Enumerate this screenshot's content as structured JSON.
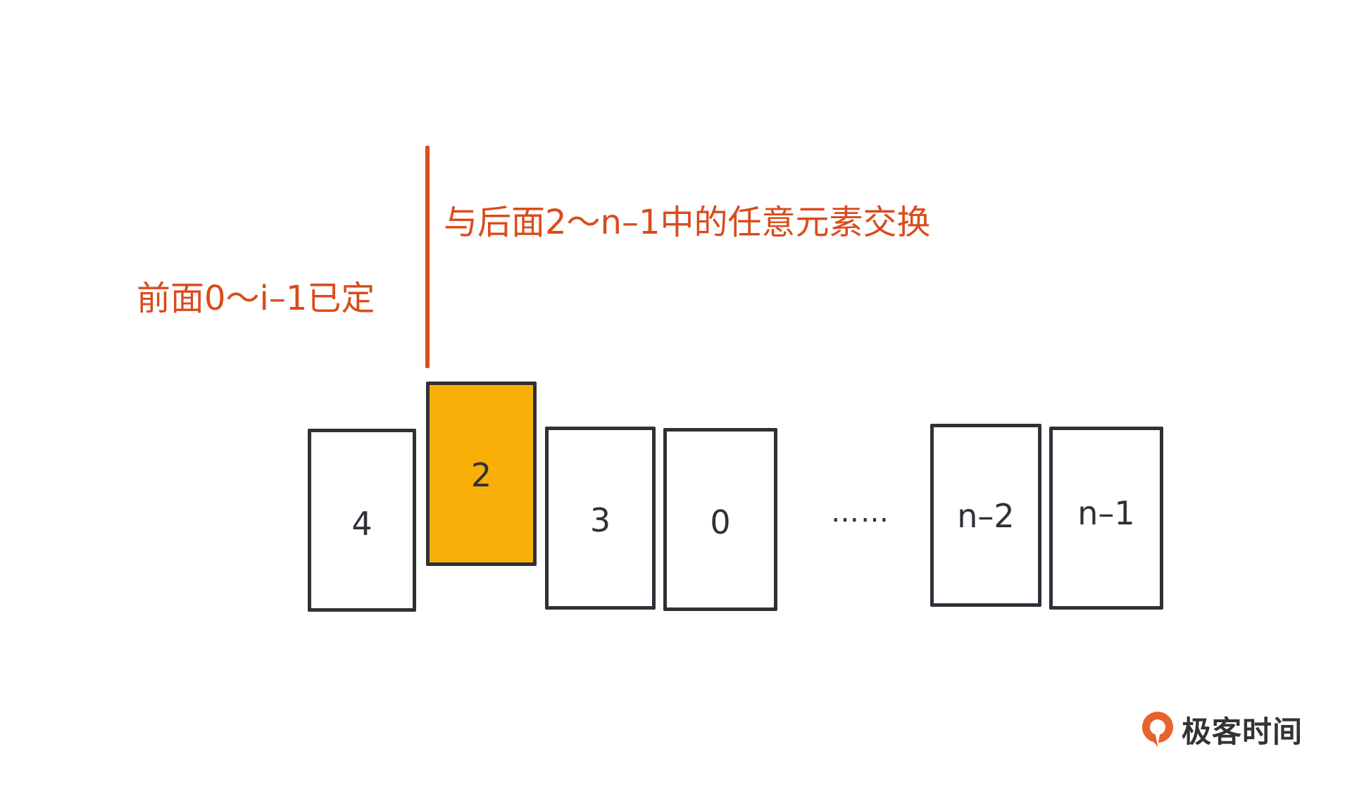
{
  "labels": {
    "fixed_prefix": "前面0～i–1已定",
    "swap_suffix": "与后面2～n–1中的任意元素交换"
  },
  "cards": [
    {
      "value": "4",
      "highlighted": false
    },
    {
      "value": "2",
      "highlighted": true
    },
    {
      "value": "3",
      "highlighted": false
    },
    {
      "value": "0",
      "highlighted": false
    },
    {
      "value": "n–2",
      "highlighted": false
    },
    {
      "value": "n–1",
      "highlighted": false
    }
  ],
  "ellipsis": "……",
  "brand": {
    "name": "极客时间"
  },
  "colors": {
    "accent_orange": "#D94C1C",
    "highlight_yellow": "#F8AF07",
    "stroke": "#2f3138"
  }
}
